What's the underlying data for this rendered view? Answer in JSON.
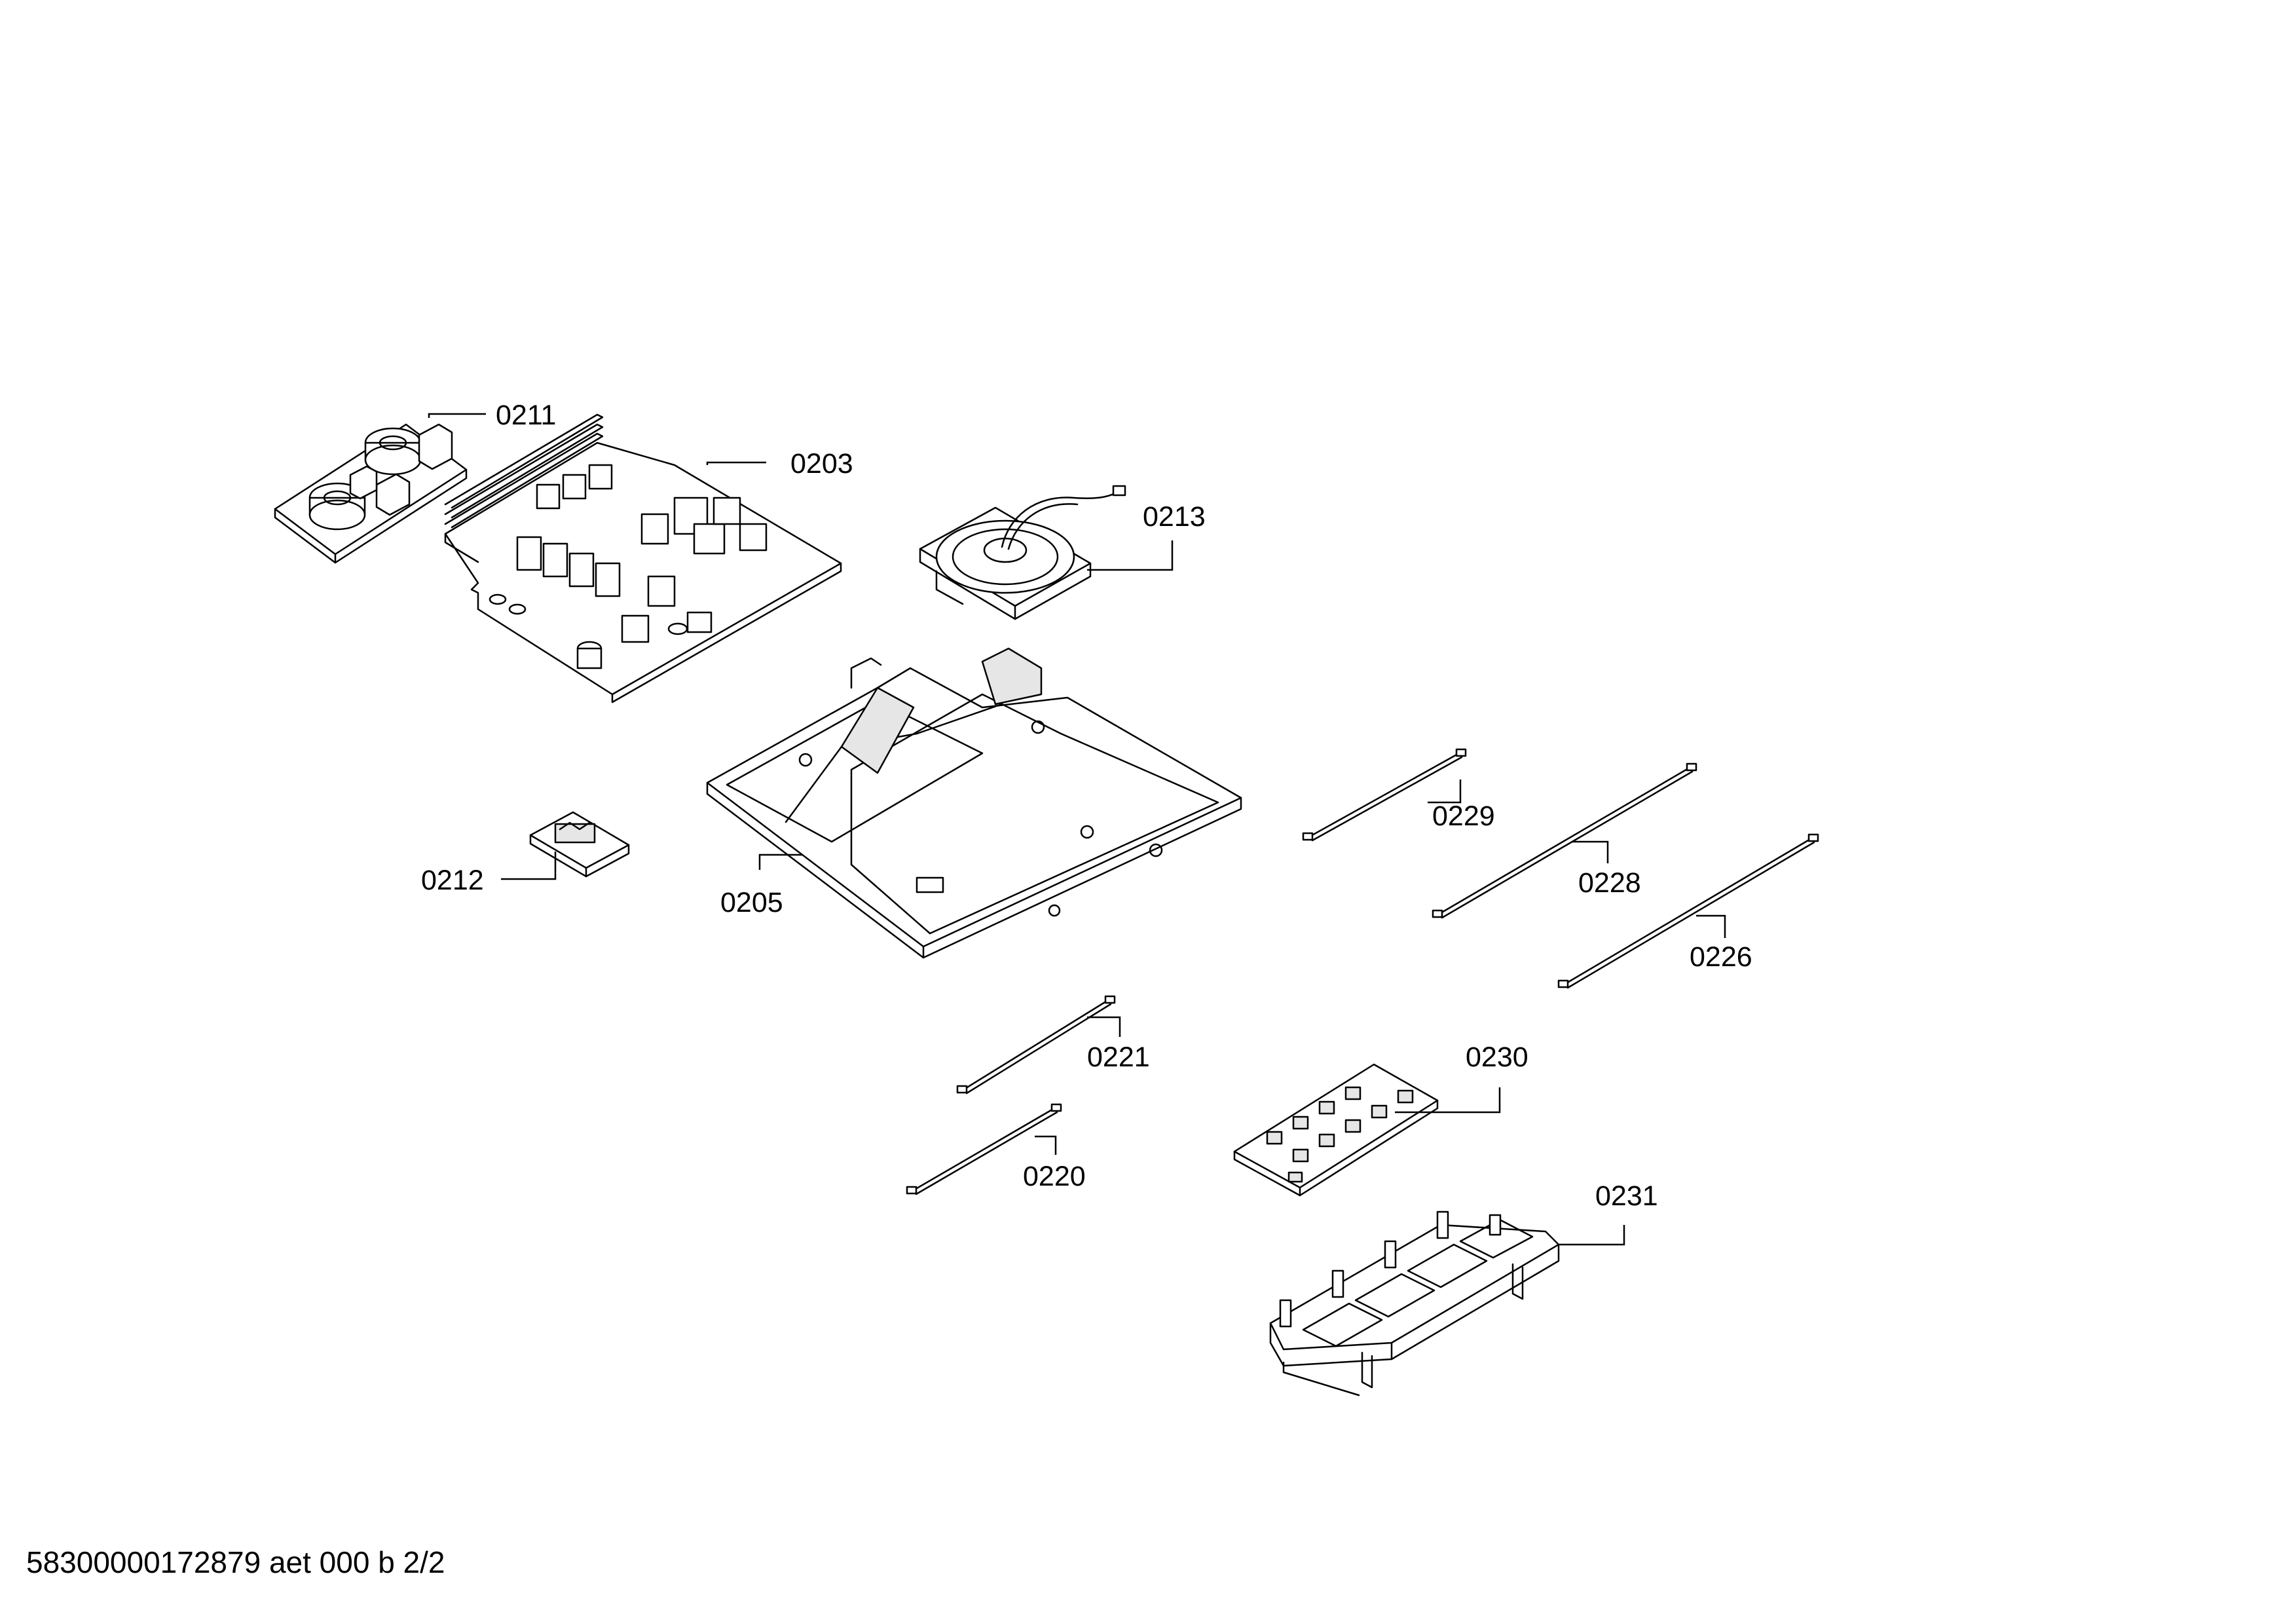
{
  "document_id": "58300000172879 aet 000 b 2/2",
  "parts": [
    {
      "id": "p0211",
      "label": "0211"
    },
    {
      "id": "p0203",
      "label": "0203"
    },
    {
      "id": "p0213",
      "label": "0213"
    },
    {
      "id": "p0205",
      "label": "0205"
    },
    {
      "id": "p0212",
      "label": "0212"
    },
    {
      "id": "p0229",
      "label": "0229"
    },
    {
      "id": "p0228",
      "label": "0228"
    },
    {
      "id": "p0226",
      "label": "0226"
    },
    {
      "id": "p0221",
      "label": "0221"
    },
    {
      "id": "p0220",
      "label": "0220"
    },
    {
      "id": "p0230",
      "label": "0230"
    },
    {
      "id": "p0231",
      "label": "0231"
    }
  ]
}
